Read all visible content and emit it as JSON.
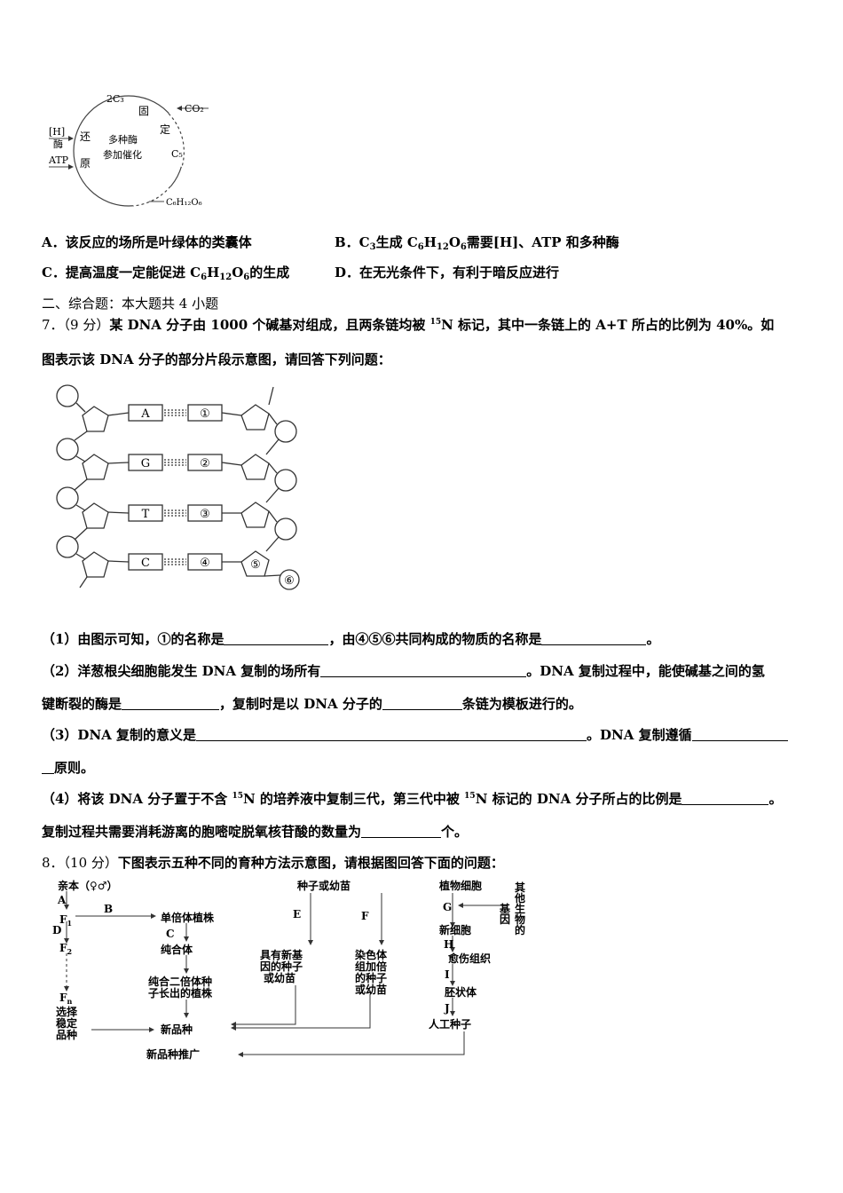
{
  "calvin": {
    "c3": "2C₃",
    "gu": "固",
    "ding": "定",
    "co2": "CO₂",
    "h": "[H]",
    "mei": "酶",
    "huan": "还",
    "yuan": "原",
    "atp": "ATP",
    "center1": "多种酶",
    "center2": "参加催化",
    "c5": "C₅",
    "glucose": "C₆H₁₂O₆"
  },
  "q6": {
    "optA": "A．该反应的场所是叶绿体的类囊体",
    "optB_pre": "B．C",
    "optB_3": "3",
    "optB_mid": "生成 C",
    "optB_6a": "6",
    "optB_h": "H",
    "optB_12": "12",
    "optB_o": "O",
    "optB_6b": "6",
    "optB_post": "需要[H]、ATP 和多种酶",
    "optC_pre": "C．提高温度一定能促进 C",
    "optC_6a": "6",
    "optC_h": "H",
    "optC_12": "12",
    "optC_o": "O",
    "optC_6b": "6",
    "optC_post": "的生成",
    "optD": "D．在无光条件下，有利于暗反应进行"
  },
  "section2": "二、综合题：本大题共 4 小题",
  "q7": {
    "num": "7．（9 分）",
    "line1a": "某 DNA 分子由 1000 个碱基对组成，且两条链均被 ",
    "line1sup": "15",
    "line1b": "N 标记，其中一条链上的 A+T 所占的比例为 40%。如",
    "line2": "图表示该 DNA 分子的部分片段示意图，请回答下列问题：",
    "dna": {
      "bases": [
        "A",
        "G",
        "T",
        "C"
      ],
      "pairs": [
        "①",
        "②",
        "③",
        "④"
      ],
      "c5": "⑤",
      "c6": "⑥"
    },
    "s1a": "（1）由图示可知，①的名称是",
    "s1b": "，由④⑤⑥共同构成的物质的名称是",
    "s1c": "。",
    "s2a": "（2）洋葱根尖细胞能发生 DNA 复制的场所有",
    "s2b": "。DNA 复制过程中，能使碱基之间的氢",
    "s2c": "键断裂的酶是",
    "s2d": "，复制时是以 DNA 分子的",
    "s2e": "条链为模板进行的。",
    "s3a": "（3）DNA 复制的意义是",
    "s3b": "。DNA 复制遵循",
    "s3c": "原则。",
    "s4a": "（4）将该 DNA 分子置于不含 ",
    "s4sup1": "15",
    "s4b": "N 的培养液中复制三代，第三代中被 ",
    "s4sup2": "15",
    "s4c": "N 标记的 DNA 分子所占的比例是",
    "s4d": "。",
    "s4e": "复制过程共需要消耗游离的胞嘧啶脱氧核苷酸的数量为",
    "s4f": "个。"
  },
  "q8": {
    "num": "8．（10 分）",
    "text": "下图表示五种不同的育种方法示意图，请根据图回答下面的问题：",
    "flow": {
      "parent": "亲本（♀♂）",
      "a": "A",
      "b": "B",
      "c": "C",
      "d": "D",
      "e": "E",
      "f": "F",
      "g": "G",
      "h": "H",
      "i": "I",
      "j": "J",
      "f1": "F",
      "f1sub": "1",
      "f2": "F",
      "f2sub": "2",
      "fn": "F",
      "fnsub": "n",
      "haploid": "单倍体植株",
      "homozygous": "纯合体",
      "diploid1": "纯合二倍体种",
      "diploid2": "子长出的植株",
      "select1": "选择",
      "select2": "稳定",
      "select3": "品种",
      "newvariety": "新品种",
      "promote": "新品种推广",
      "seed": "种子或幼苗",
      "gene1": "具有新基",
      "gene2": "因的种子",
      "gene3": "或幼苗",
      "chr1": "染色体",
      "chr2": "组加倍",
      "chr3": "的种子",
      "chr4": "或幼苗",
      "plantcell": "植物细胞",
      "other1": "其",
      "other2": "他",
      "other3": "生",
      "other4": "物",
      "other5": "的",
      "genelabel1": "基",
      "genelabel2": "因",
      "newcell": "新细胞",
      "callus": "愈伤组织",
      "embryoid": "胚状体",
      "artseed": "人工种子"
    }
  }
}
